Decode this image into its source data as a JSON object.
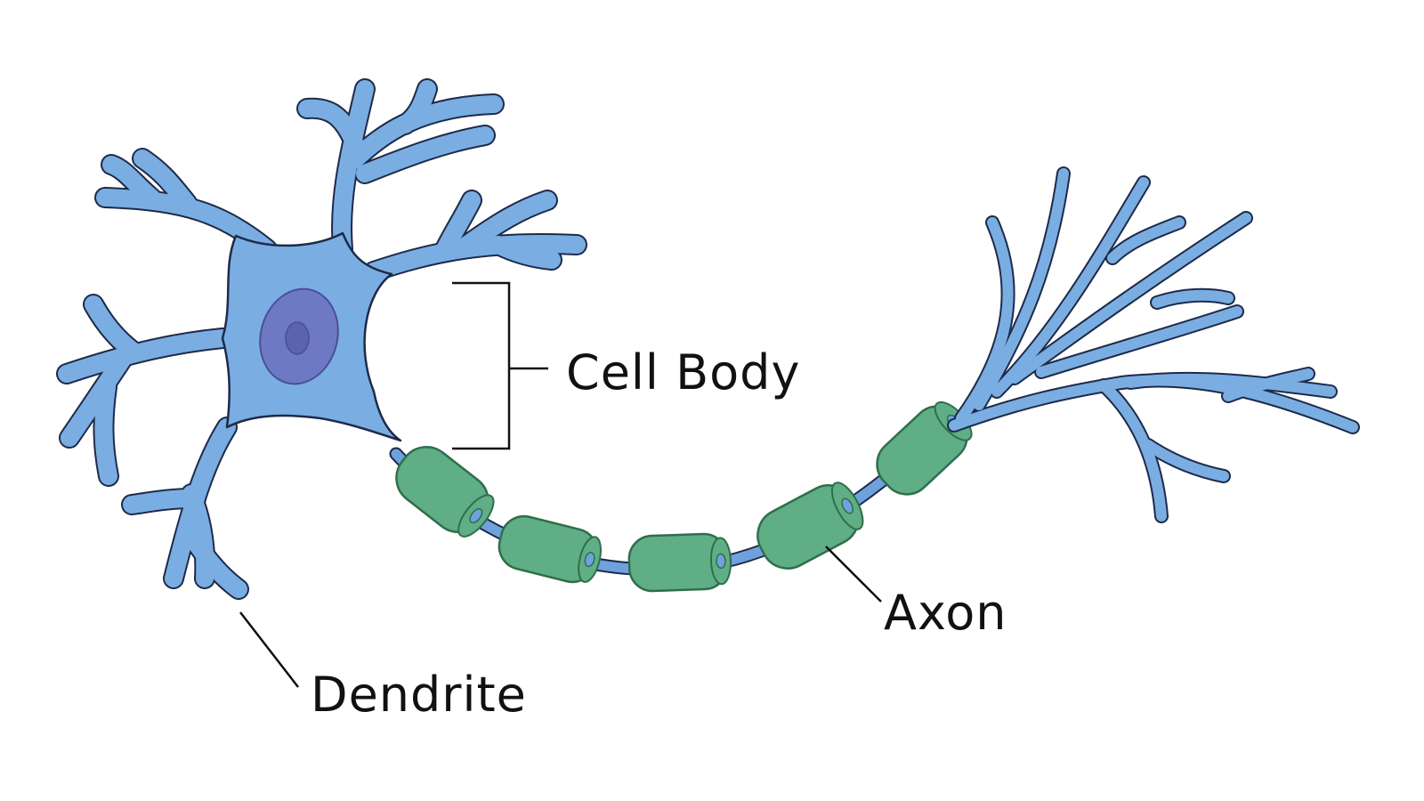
{
  "labels": {
    "cell_body": "Cell Body",
    "axon": "Axon",
    "dendrite": "Dendrite"
  },
  "colors": {
    "membrane": "#7AAEE2",
    "membrane_outline": "#1E2A4A",
    "nucleus": "#6E79C3",
    "nucleus_outline": "#4A4F9A",
    "nucleolus": "#5B63AE",
    "myelin": "#5FAE85",
    "myelin_outline": "#2F6E4C",
    "axon_core": "#6FA2DD",
    "leader_line": "#111111"
  }
}
